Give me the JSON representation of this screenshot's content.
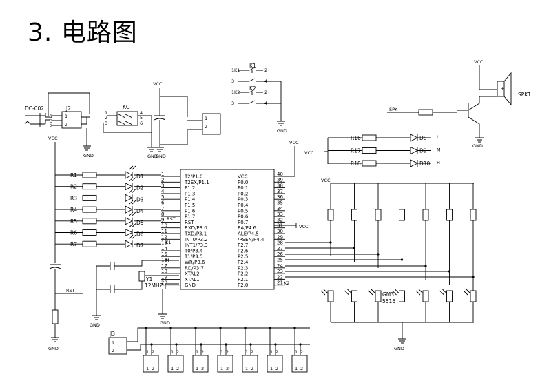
{
  "title": "3. 电路图",
  "power": {
    "vcc": "VCC",
    "gnd": "GND"
  },
  "dc_jack": {
    "name": "DC-002"
  },
  "j2": {
    "name": "J2",
    "p1": "1",
    "p2": "2"
  },
  "kg": {
    "name": "KG",
    "pins": [
      "1",
      "2",
      "3",
      "4",
      "5",
      "6"
    ]
  },
  "keys": [
    {
      "name": "K1",
      "a": "1",
      "b": "2",
      "c": "3",
      "d": "4",
      "net": "K1"
    },
    {
      "name": "K2",
      "a": "1",
      "b": "2",
      "c": "3",
      "d": "4",
      "net": "K2"
    }
  ],
  "speaker": {
    "name": "SPK1",
    "net": "SPK"
  },
  "status_leds": [
    {
      "r": "R16",
      "d": "D8",
      "tag": "L"
    },
    {
      "r": "R17",
      "d": "D9",
      "tag": "M"
    },
    {
      "r": "R18",
      "d": "D10",
      "tag": "H"
    }
  ],
  "port1_leds": [
    {
      "r": "R1",
      "d": "D1"
    },
    {
      "r": "R2",
      "d": "D2"
    },
    {
      "r": "R3",
      "d": "D3"
    },
    {
      "r": "R4",
      "d": "D4"
    },
    {
      "r": "R5",
      "d": "D5"
    },
    {
      "r": "R6",
      "d": "D6"
    },
    {
      "r": "R7",
      "d": "D7"
    }
  ],
  "mcu": {
    "left_pins": [
      {
        "n": "1",
        "name": "T2/P1.0"
      },
      {
        "n": "2",
        "name": "T2EX/P1.1"
      },
      {
        "n": "3",
        "name": "P1.2"
      },
      {
        "n": "4",
        "name": "P1.3"
      },
      {
        "n": "5",
        "name": "P1.4"
      },
      {
        "n": "6",
        "name": "P1.5"
      },
      {
        "n": "7",
        "name": "P1.6"
      },
      {
        "n": "8",
        "name": "P1.7"
      },
      {
        "n": "9",
        "name": "RST"
      },
      {
        "n": "10",
        "name": "RXD/P3.0"
      },
      {
        "n": "11",
        "name": "TXD/P3.1"
      },
      {
        "n": "12",
        "name": "INT0/P3.2"
      },
      {
        "n": "13",
        "name": "INT1/P3.3"
      },
      {
        "n": "14",
        "name": "T0/P3.4"
      },
      {
        "n": "15",
        "name": "T1/P3.5"
      },
      {
        "n": "16",
        "name": "WR/P3.6"
      },
      {
        "n": "17",
        "name": "RD/P3.7"
      },
      {
        "n": "18",
        "name": "XTAL2"
      },
      {
        "n": "19",
        "name": "XTAL1"
      },
      {
        "n": "20",
        "name": "GND"
      }
    ],
    "right_pins": [
      {
        "n": "40",
        "name": "VCC"
      },
      {
        "n": "39",
        "name": "P0.0"
      },
      {
        "n": "38",
        "name": "P0.1"
      },
      {
        "n": "37",
        "name": "P0.2"
      },
      {
        "n": "36",
        "name": "P0.3"
      },
      {
        "n": "35",
        "name": "P0.4"
      },
      {
        "n": "34",
        "name": "P0.5"
      },
      {
        "n": "33",
        "name": "P0.6"
      },
      {
        "n": "32",
        "name": "P0.7"
      },
      {
        "n": "31",
        "name": "EA/P4.6"
      },
      {
        "n": "30",
        "name": "ALE/P4.5"
      },
      {
        "n": "29",
        "name": "/PSEN/P4.4"
      },
      {
        "n": "28",
        "name": "P2.7"
      },
      {
        "n": "27",
        "name": "P2.6"
      },
      {
        "n": "26",
        "name": "P2.5"
      },
      {
        "n": "25",
        "name": "P2.4"
      },
      {
        "n": "24",
        "name": "P2.3"
      },
      {
        "n": "23",
        "name": "P2.2"
      },
      {
        "n": "22",
        "name": "P2.1"
      },
      {
        "n": "21",
        "name": "P2.0"
      }
    ],
    "left_nets": {
      "rst": "RST",
      "k1": "K1",
      "m": "M"
    },
    "right_nets": {
      "k2": "K2"
    }
  },
  "crystal": {
    "name": "Y1",
    "freq": "12MHZ"
  },
  "sensor": {
    "name": "GM3",
    "part": "5516"
  },
  "rst_net": "RST",
  "j3": {
    "name": "J3",
    "p1": "1",
    "p2": "2"
  },
  "connector_pins": {
    "a": "1",
    "b": "2"
  }
}
